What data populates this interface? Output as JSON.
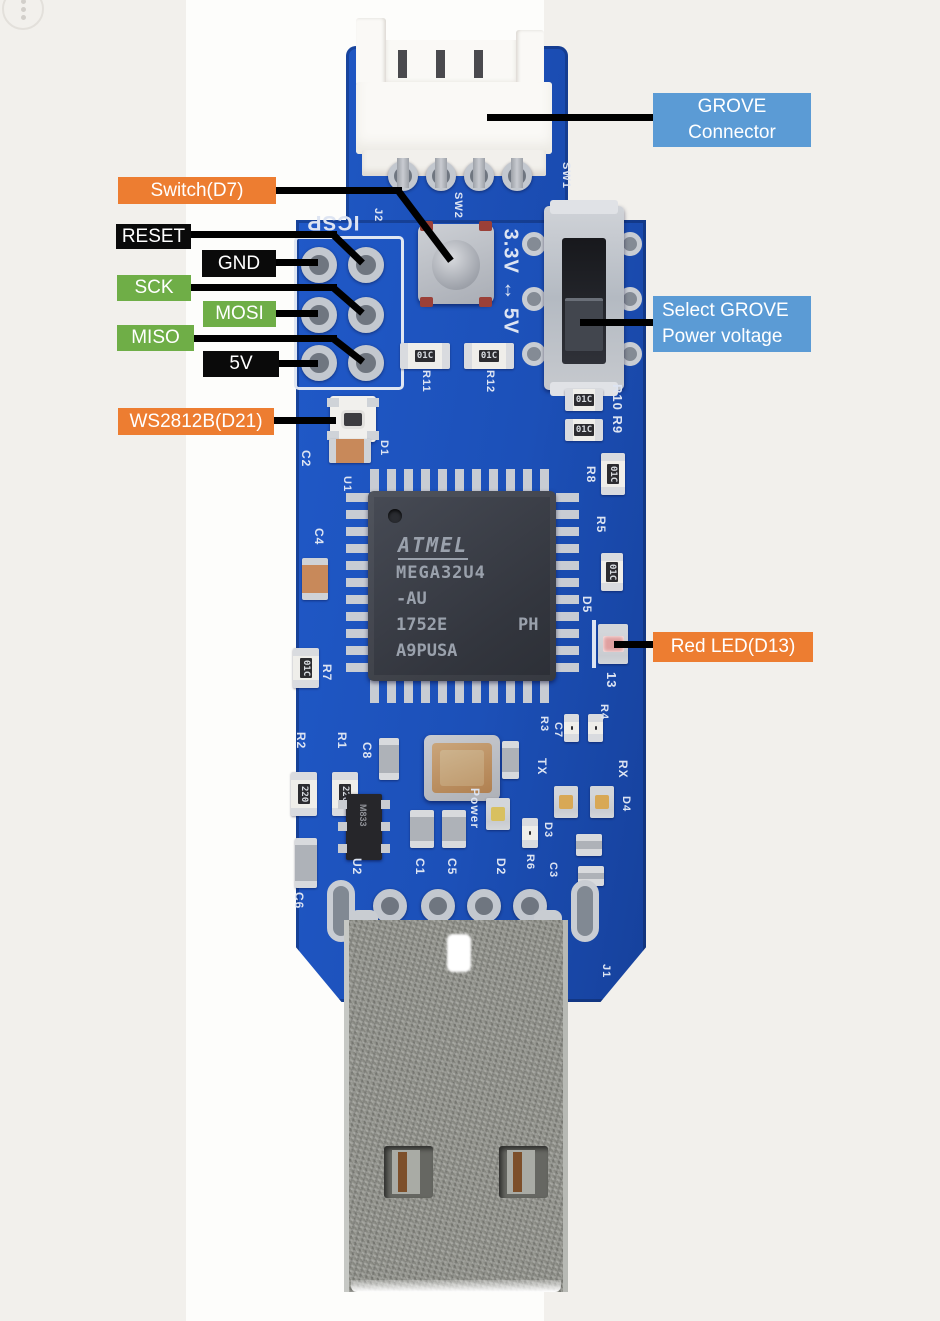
{
  "palette": {
    "label_orange": "#ED7D31",
    "label_green": "#6FAE47",
    "label_blue": "#5B9BD5",
    "label_black": "#0A0A0A",
    "label_text": "#FFFFFF",
    "pcb_blue": "#1C50B8",
    "leader_line": "#000000",
    "background": "#F2F0EC"
  },
  "annotations": {
    "grove_connector": {
      "line1": "GROVE",
      "line2": "Connector",
      "color": "#5B9BD5"
    },
    "switch_d7": {
      "text": "Switch(D7)",
      "color": "#ED7D31"
    },
    "reset": {
      "text": "RESET",
      "color": "#0A0A0A"
    },
    "gnd": {
      "text": "GND",
      "color": "#0A0A0A"
    },
    "sck": {
      "text": "SCK",
      "color": "#6FAE47"
    },
    "mosi": {
      "text": "MOSI",
      "color": "#6FAE47"
    },
    "miso": {
      "text": "MISO",
      "color": "#6FAE47"
    },
    "five_v": {
      "text": "5V",
      "color": "#0A0A0A"
    },
    "ws2812b": {
      "text": "WS2812B(D21)",
      "color": "#ED7D31"
    },
    "select_grove": {
      "line1": "Select GROVE",
      "line2": "Power voltage",
      "color": "#5B9BD5"
    },
    "red_led": {
      "text": "Red LED(D13)",
      "color": "#ED7D31"
    }
  },
  "silkscreen": {
    "icsp": "ICSP",
    "j2": "J2",
    "sw2": "SW2",
    "voltage_select": "3.3V ↔ 5V",
    "sw1": "SW1",
    "r11": "R11",
    "r12": "R12",
    "r10_r9": "R10 R9",
    "r8": "R8",
    "r5": "R5",
    "d5": "D5",
    "d13": "13",
    "d1": "D1",
    "c2": "C2",
    "u1": "U1",
    "c4": "C4",
    "r7": "R7",
    "r2": "R2",
    "r1": "R1",
    "c8": "C8",
    "r3": "R3",
    "c7": "C7",
    "r4": "R4",
    "tx": "TX",
    "rx": "RX",
    "d4": "D4",
    "power": "Power",
    "d2": "D2",
    "r6": "R6",
    "d3": "D3",
    "c3": "C3",
    "u2": "U2",
    "c1": "C1",
    "c5": "C5",
    "c6": "C6",
    "j1": "J1"
  },
  "chip": {
    "brand": "ATMEL",
    "part": "MEGA32U4",
    "suffix": "-AU",
    "lot": "1752E",
    "code": "PH",
    "batch": "A9PUSA"
  },
  "component_values": {
    "r_01c": "01C",
    "r_220": "220",
    "u2_mark": "M833"
  }
}
